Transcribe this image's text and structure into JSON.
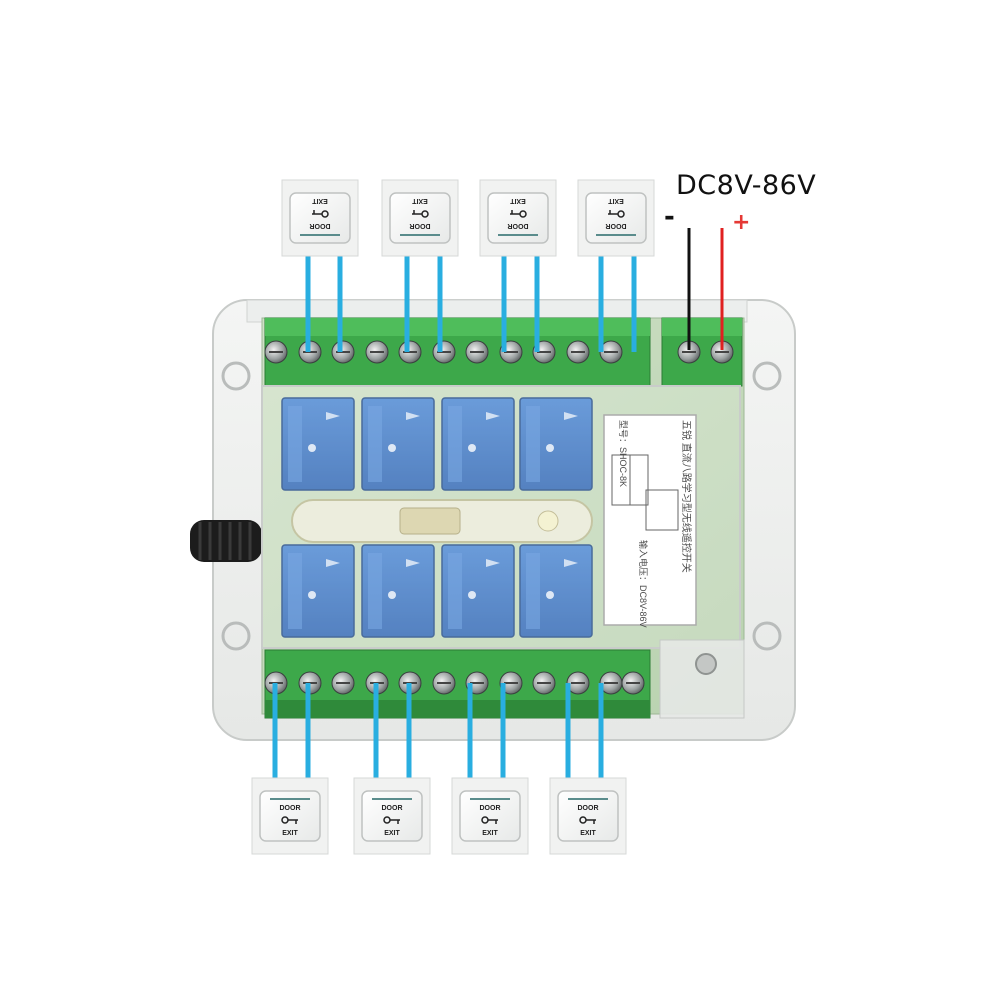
{
  "power": {
    "voltage_label": "DC8V-86V",
    "negative_sign": "-",
    "positive_sign": "+",
    "negative_color": "#111111",
    "positive_color": "#e02020"
  },
  "switches": {
    "count_top": 4,
    "count_bottom": 4,
    "line1": "DOOR",
    "line2": "EXIT"
  },
  "wire_color": "#29aee0",
  "terminal_color": "#3da84a",
  "relays": {
    "count": 8,
    "color": "#3b78c8"
  },
  "antenna": "antenna-coil",
  "label_panel": {
    "title": "五锐 直流八路学习型无线遥控开关",
    "model": "型号：SHOC-8K",
    "voltage": "输入电压：DC8V-86V"
  }
}
